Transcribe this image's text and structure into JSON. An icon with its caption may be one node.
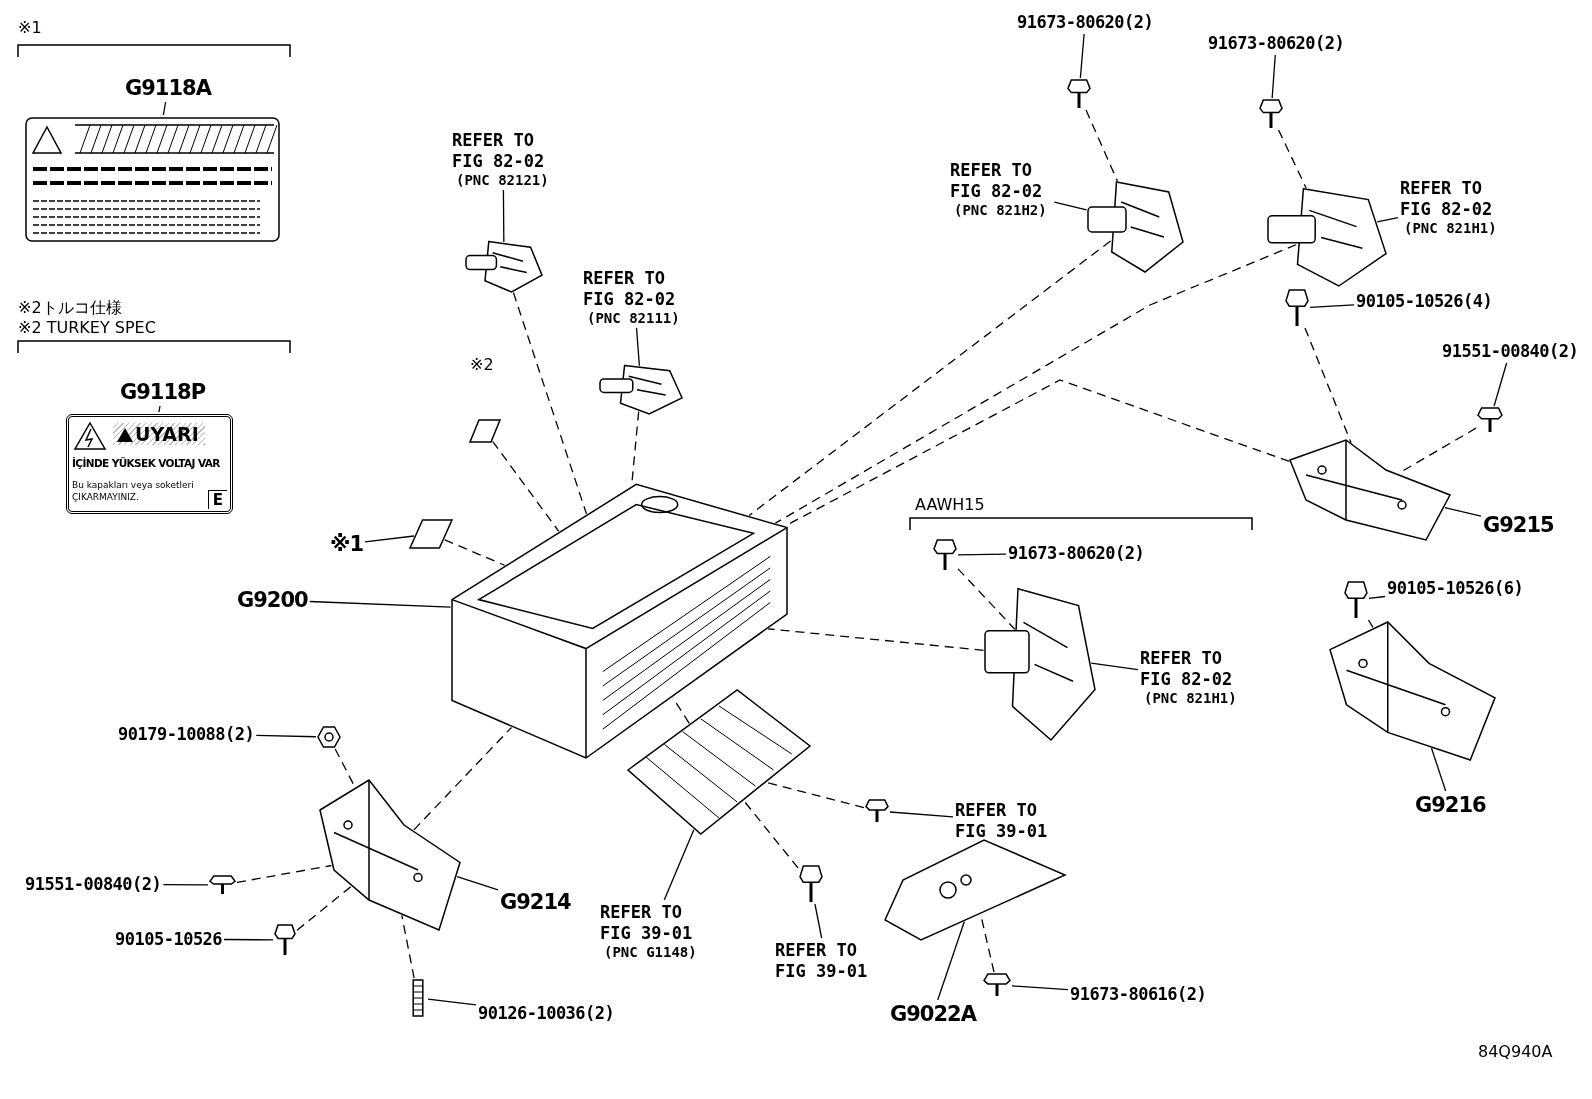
{
  "diagram": {
    "nodes": [
      {
        "text": [
          "G9118A"
        ]
      },
      {
        "text": [],
        "shape": "picture"
      },
      {
        "text": [
          "G9118P"
        ]
      },
      {
        "text": [
          "UYARI",
          "İÇİNDE YÜKSEK VOLTAJ VAR",
          "Bu kapakları veya soketleri ÇIKARMAYINIZ.",
          "E"
        ]
      },
      {
        "text": [
          "REFER TO FIG 82-02",
          "(PNC 82121)"
        ]
      },
      {
        "text": [],
        "shape": "picture"
      },
      {
        "text": [
          "REFER TO FIG 82-02",
          "(PNC 82111)"
        ]
      },
      {
        "text": [],
        "shape": "picture"
      },
      {
        "text": [
          "91673-80620(2)"
        ]
      },
      {
        "text": [],
        "shape": "picture"
      },
      {
        "text": [
          "REFER TO FIG 82-02",
          "(PNC 821H2)"
        ]
      },
      {
        "text": [],
        "shape": "picture"
      },
      {
        "text": [
          "91673-80620(2)"
        ]
      },
      {
        "text": [],
        "shape": "picture"
      },
      {
        "text": [
          "REFER TO FIG 82-02",
          "(PNC 821H1)"
        ]
      },
      {
        "text": [],
        "shape": "picture"
      },
      {
        "text": [
          "90105-10526(4)"
        ]
      },
      {
        "text": [],
        "shape": "picture"
      },
      {
        "text": [
          "91551-00840(2)"
        ]
      },
      {
        "text": [],
        "shape": "picture"
      },
      {
        "text": [
          "G9215"
        ]
      },
      {
        "text": [],
        "shape": "picture"
      },
      {
        "text": [
          "90105-10526(6)"
        ]
      },
      {
        "text": [],
        "shape": "picture"
      },
      {
        "text": [
          "G9216"
        ]
      },
      {
        "text": [],
        "shape": "picture"
      },
      {
        "text": [
          "※1"
        ]
      },
      {
        "text": [],
        "shape": "box"
      },
      {
        "text": [
          "G9200"
        ]
      },
      {
        "text": [],
        "shape": "picture"
      },
      {
        "text": [],
        "shape": "box"
      },
      {
        "text": [
          "91673-80620(2)"
        ]
      },
      {
        "text": [],
        "shape": "picture"
      },
      {
        "text": [
          "REFER TO FIG 82-02",
          "(PNC 821H1)"
        ]
      },
      {
        "text": [],
        "shape": "picture"
      },
      {
        "text": [
          "90179-10088(2)"
        ]
      },
      {
        "text": [],
        "shape": "picture"
      },
      {
        "text": [
          "91551-00840(2)"
        ]
      },
      {
        "text": [],
        "shape": "picture"
      },
      {
        "text": [
          "G9214"
        ]
      },
      {
        "text": [],
        "shape": "picture"
      },
      {
        "text": [
          "90105-10526"
        ]
      },
      {
        "text": [],
        "shape": "picture"
      },
      {
        "text": [
          "90126-10036(2)"
        ]
      },
      {
        "text": [],
        "shape": "picture"
      },
      {
        "text": [
          "REFER TO FIG 39-01",
          "(PNC G1148)"
        ]
      },
      {
        "text": [],
        "shape": "picture"
      },
      {
        "text": [
          "REFER TO FIG 39-01"
        ]
      },
      {
        "text": [],
        "shape": "picture"
      },
      {
        "text": [
          "REFER TO FIG 39-01"
        ]
      },
      {
        "text": [],
        "shape": "picture"
      },
      {
        "text": [
          "G9022A"
        ]
      },
      {
        "text": [],
        "shape": "picture"
      },
      {
        "text": [
          "91673-80616(2)"
        ]
      },
      {
        "text": [],
        "shape": "picture"
      }
    ],
    "edges": [
      {
        "from": 0,
        "to": 1,
        "arrow": "none"
      },
      {
        "from": 2,
        "to": 3,
        "arrow": "none"
      },
      {
        "from": 4,
        "to": 5,
        "arrow": "none"
      },
      {
        "from": 6,
        "to": 7,
        "arrow": "none"
      },
      {
        "from": 8,
        "to": 9,
        "arrow": "none"
      },
      {
        "from": 10,
        "to": 11,
        "arrow": "none"
      },
      {
        "from": 12,
        "to": 13,
        "arrow": "none"
      },
      {
        "from": 14,
        "to": 15,
        "arrow": "none"
      },
      {
        "from": 16,
        "to": 17,
        "arrow": "none"
      },
      {
        "from": 18,
        "to": 19,
        "arrow": "none"
      },
      {
        "from": 20,
        "to": 21,
        "arrow": "none"
      },
      {
        "from": 22,
        "to": 23,
        "arrow": "none"
      },
      {
        "from": 24,
        "to": 25,
        "arrow": "none"
      },
      {
        "from": 26,
        "to": 27,
        "arrow": "none"
      },
      {
        "from": 28,
        "to": 29,
        "arrow": "none"
      },
      {
        "from": 31,
        "to": 32,
        "arrow": "none"
      },
      {
        "from": 33,
        "to": 34,
        "arrow": "none"
      },
      {
        "from": 35,
        "to": 36,
        "arrow": "none"
      },
      {
        "from": 37,
        "to": 38,
        "arrow": "none"
      },
      {
        "from": 39,
        "to": 40,
        "arrow": "none"
      },
      {
        "from": 41,
        "to": 42,
        "arrow": "none"
      },
      {
        "from": 43,
        "to": 44,
        "arrow": "none"
      },
      {
        "from": 45,
        "to": 46,
        "arrow": "none"
      },
      {
        "from": 47,
        "to": 48,
        "arrow": "none"
      },
      {
        "from": 49,
        "to": 50,
        "arrow": "none"
      },
      {
        "from": 51,
        "to": 52,
        "arrow": "none"
      },
      {
        "from": 53,
        "to": 54,
        "arrow": "none"
      },
      {
        "from": 5,
        "to": 29,
        "arrow": "none",
        "style": "dashed"
      },
      {
        "from": 7,
        "to": 29,
        "arrow": "none",
        "style": "dashed"
      },
      {
        "from": 11,
        "to": 29,
        "arrow": "none",
        "style": "dashed"
      },
      {
        "from": 9,
        "to": 11,
        "arrow": "none",
        "style": "dashed"
      },
      {
        "from": 13,
        "to": 15,
        "arrow": "none",
        "style": "dashed"
      },
      {
        "from": 15,
        "to": 29,
        "arrow": "none",
        "style": "dashed"
      },
      {
        "from": 17,
        "to": 21,
        "arrow": "none",
        "style": "dashed"
      },
      {
        "from": 19,
        "to": 21,
        "arrow": "none",
        "style": "dashed"
      },
      {
        "from": 21,
        "to": 29,
        "arrow": "none",
        "style": "dashed"
      },
      {
        "from": 23,
        "to": 25,
        "arrow": "none",
        "style": "dashed"
      },
      {
        "from": 27,
        "to": 29,
        "arrow": "none",
        "style": "dashed"
      },
      {
        "from": 30,
        "to": 29,
        "arrow": "none",
        "style": "dashed"
      },
      {
        "from": 32,
        "to": 34,
        "arrow": "none",
        "style": "dashed"
      },
      {
        "from": 34,
        "to": 29,
        "arrow": "none",
        "style": "dashed"
      },
      {
        "from": 36,
        "to": 40,
        "arrow": "none",
        "style": "dashed"
      },
      {
        "from": 38,
        "to": 40,
        "arrow": "none",
        "style": "dashed"
      },
      {
        "from": 42,
        "to": 40,
        "arrow": "none",
        "style": "dashed"
      },
      {
        "from": 44,
        "to": 40,
        "arrow": "none",
        "style": "dashed"
      },
      {
        "from": 40,
        "to": 29,
        "arrow": "none",
        "style": "dashed"
      },
      {
        "from": 46,
        "to": 29,
        "arrow": "none",
        "style": "dashed"
      },
      {
        "from": 48,
        "to": 46,
        "arrow": "none",
        "style": "dashed"
      },
      {
        "from": 50,
        "to": 46,
        "arrow": "none",
        "style": "dashed"
      },
      {
        "from": 54,
        "to": 52,
        "arrow": "none",
        "style": "dashed"
      }
    ],
    "labels": [
      "※1",
      "※2トルコ仕様",
      "※2 TURKEY SPEC",
      "※2",
      "AAWH15",
      "84Q940A"
    ]
  }
}
